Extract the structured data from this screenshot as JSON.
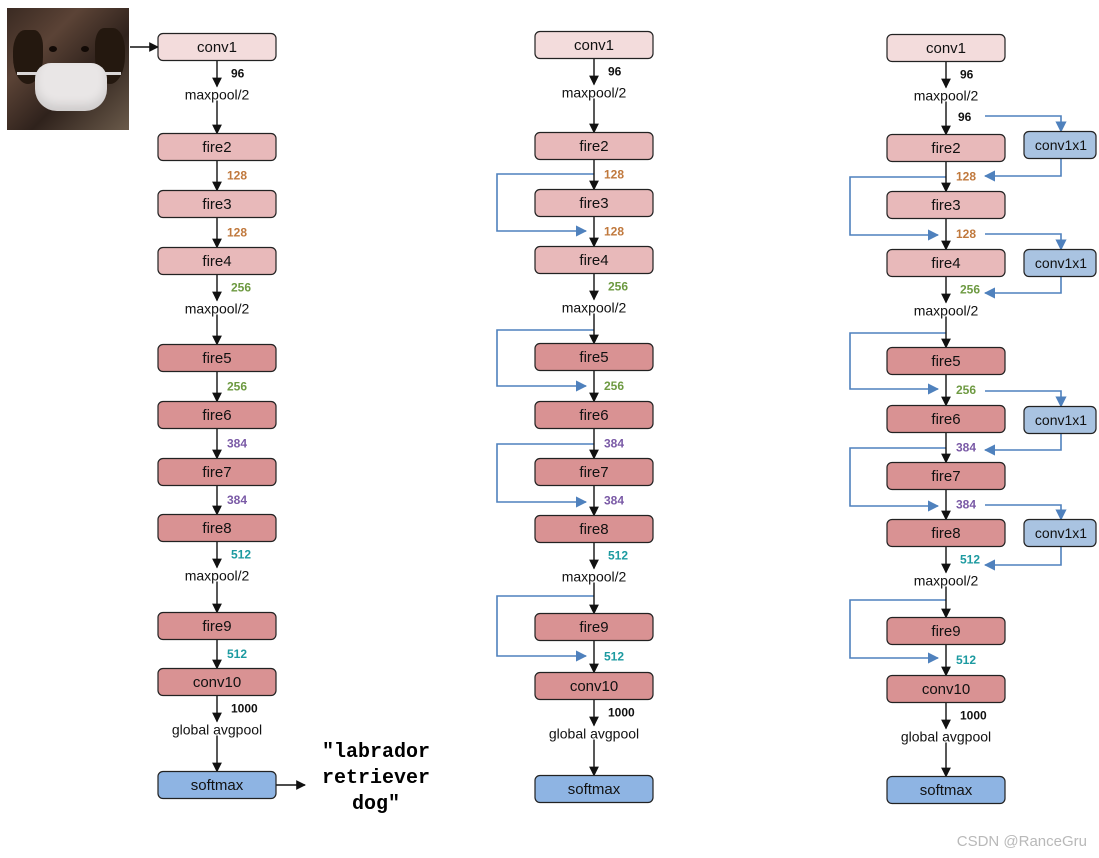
{
  "output_label": "\"labrador retriever dog\"",
  "watermark": "CSDN @RanceGru",
  "colors": {
    "conv1_fill": "#f3dcdc",
    "fire_light_fill": "#e8b9ba",
    "fire_dark_fill": "#d99293",
    "conv10_fill": "#d99293",
    "softmax_fill": "#8eb4e3",
    "conv1x1_fill": "#a9c3e1",
    "arrow": "#111111",
    "bypass": "#4f81bd",
    "ch_96": "#111111",
    "ch_128": "#c0783c",
    "ch_256": "#6e9a42",
    "ch_384": "#7a5aa6",
    "ch_512": "#1c9aa0",
    "ch_1000": "#111111"
  },
  "columns": [
    {
      "variant": "plain",
      "nodes": [
        {
          "label": "conv1",
          "kind": "conv1"
        },
        {
          "label": "fire2",
          "kind": "fire_light"
        },
        {
          "label": "fire3",
          "kind": "fire_light"
        },
        {
          "label": "fire4",
          "kind": "fire_light"
        },
        {
          "label": "fire5",
          "kind": "fire_dark"
        },
        {
          "label": "fire6",
          "kind": "fire_dark"
        },
        {
          "label": "fire7",
          "kind": "fire_dark"
        },
        {
          "label": "fire8",
          "kind": "fire_dark"
        },
        {
          "label": "fire9",
          "kind": "fire_dark"
        },
        {
          "label": "conv10",
          "kind": "conv10"
        },
        {
          "label": "softmax",
          "kind": "softmax"
        }
      ],
      "channels": [
        "96",
        "128",
        "128",
        "256",
        "256",
        "384",
        "384",
        "512",
        "512",
        "1000"
      ],
      "pools": [
        "maxpool/2",
        "",
        "",
        "maxpool/2",
        "",
        "",
        "",
        "maxpool/2",
        "",
        "global avgpool"
      ]
    },
    {
      "variant": "simple-bypass",
      "nodes": [
        {
          "label": "conv1",
          "kind": "conv1"
        },
        {
          "label": "fire2",
          "kind": "fire_light"
        },
        {
          "label": "fire3",
          "kind": "fire_light"
        },
        {
          "label": "fire4",
          "kind": "fire_light"
        },
        {
          "label": "fire5",
          "kind": "fire_dark"
        },
        {
          "label": "fire6",
          "kind": "fire_dark"
        },
        {
          "label": "fire7",
          "kind": "fire_dark"
        },
        {
          "label": "fire8",
          "kind": "fire_dark"
        },
        {
          "label": "fire9",
          "kind": "fire_dark"
        },
        {
          "label": "conv10",
          "kind": "conv10"
        },
        {
          "label": "softmax",
          "kind": "softmax"
        }
      ],
      "channels": [
        "96",
        "128",
        "128",
        "256",
        "256",
        "384",
        "384",
        "512",
        "512",
        "1000"
      ],
      "pools": [
        "maxpool/2",
        "",
        "",
        "maxpool/2",
        "",
        "",
        "",
        "maxpool/2",
        "",
        "global avgpool"
      ]
    },
    {
      "variant": "complex-bypass",
      "nodes": [
        {
          "label": "conv1",
          "kind": "conv1"
        },
        {
          "label": "fire2",
          "kind": "fire_light"
        },
        {
          "label": "fire3",
          "kind": "fire_light"
        },
        {
          "label": "fire4",
          "kind": "fire_light"
        },
        {
          "label": "fire5",
          "kind": "fire_dark"
        },
        {
          "label": "fire6",
          "kind": "fire_dark"
        },
        {
          "label": "fire7",
          "kind": "fire_dark"
        },
        {
          "label": "fire8",
          "kind": "fire_dark"
        },
        {
          "label": "fire9",
          "kind": "fire_dark"
        },
        {
          "label": "conv10",
          "kind": "conv10"
        },
        {
          "label": "softmax",
          "kind": "softmax"
        }
      ],
      "channels": [
        "96",
        "128",
        "128",
        "256",
        "256",
        "384",
        "384",
        "512",
        "512",
        "1000"
      ],
      "pools": [
        "maxpool/2",
        "",
        "",
        "maxpool/2",
        "",
        "",
        "",
        "maxpool/2",
        "",
        "global avgpool"
      ],
      "extra_channels": [
        "96"
      ],
      "conv1x1_label": "conv1x1"
    }
  ]
}
